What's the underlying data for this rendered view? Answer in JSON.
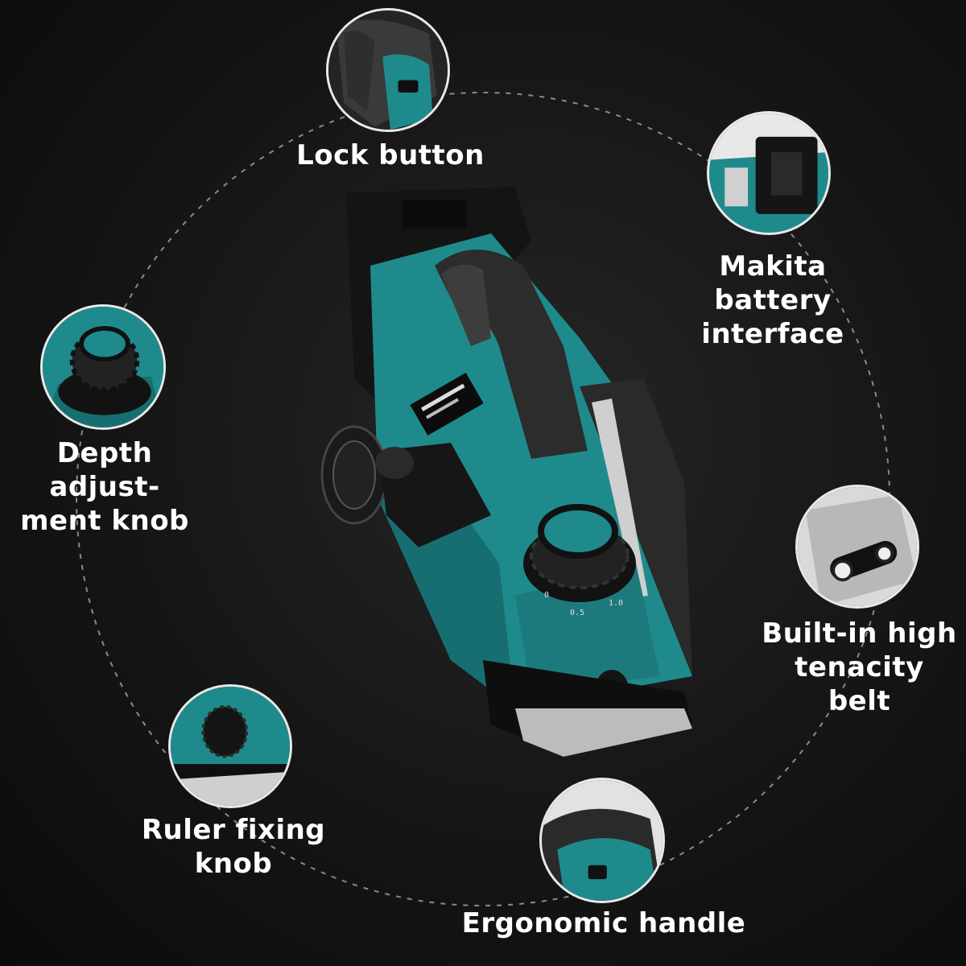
{
  "features": {
    "lock_button": {
      "label": "Lock button",
      "icon": "lock-button-closeup"
    },
    "battery_interface": {
      "line1": "Makita battery",
      "line2": "interface",
      "icon": "battery-interface-closeup"
    },
    "depth_knob": {
      "line1": "Depth adjust-",
      "line2": "ment knob",
      "icon": "depth-knob-closeup"
    },
    "belt": {
      "line1": "Built-in high",
      "line2": "tenacity belt",
      "icon": "belt-closeup"
    },
    "ruler_knob": {
      "line1": "Ruler fixing",
      "line2": "knob",
      "icon": "ruler-knob-closeup"
    },
    "handle": {
      "label": "Ergonomic handle",
      "icon": "handle-closeup"
    }
  },
  "dial": {
    "ticks": [
      "0",
      "0.5",
      "1.0"
    ]
  },
  "colors": {
    "accent": "#1f8a8c",
    "body_dark": "#1a1a1a",
    "background": "#151515",
    "label": "#ffffff"
  }
}
